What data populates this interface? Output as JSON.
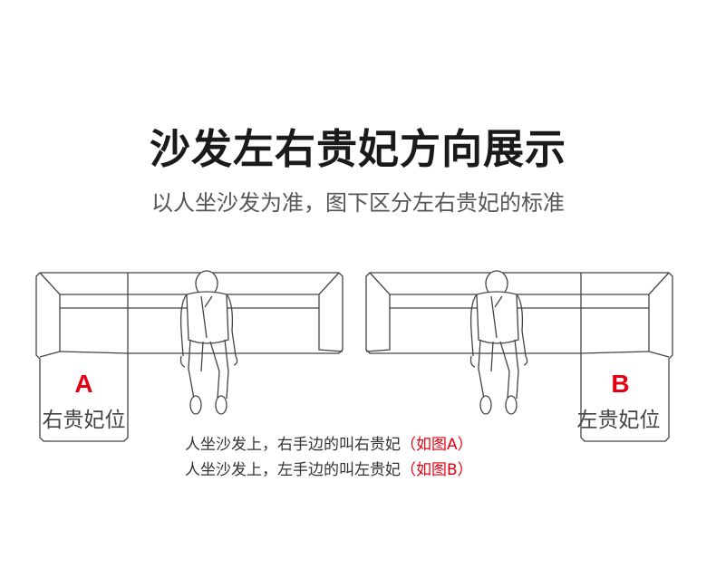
{
  "title": "沙发左右贵妃方向展示",
  "subtitle": "以人坐沙发为准，图下区分左右贵妃的标准",
  "diagram_a": {
    "letter": "A",
    "label": "右贵妃位"
  },
  "diagram_b": {
    "letter": "B",
    "label": "左贵妃位"
  },
  "notes": [
    {
      "text": "人坐沙发上，右手边的叫右贵妃",
      "ref": "（如图A）"
    },
    {
      "text": "人坐沙发上，左手边的叫左贵妃",
      "ref": "（如图B）"
    }
  ],
  "colors": {
    "accent": "#e60012",
    "line": "#444444"
  }
}
